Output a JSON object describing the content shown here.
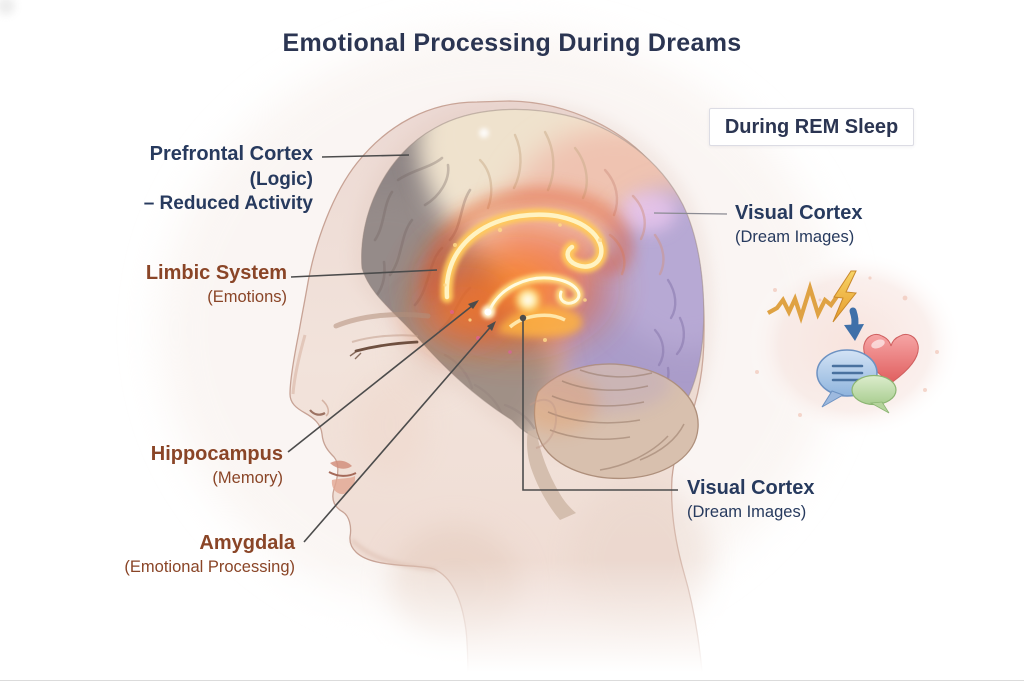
{
  "title": "Emotional Processing During Dreams",
  "badge": {
    "label": "During REM Sleep"
  },
  "annotations": {
    "prefrontal_cortex": {
      "name": "Prefrontal Cortex",
      "sub": "(Logic)",
      "note": "– Reduced Activity"
    },
    "limbic_system": {
      "name": "Limbic System",
      "sub": "(Emotions)"
    },
    "hippocampus": {
      "name": "Hippocampus",
      "sub": "(Memory)"
    },
    "amygdala": {
      "name": "Amygdala",
      "sub": "(Emotional Processing)"
    },
    "visual_cortex_upper": {
      "name": "Visual Cortex",
      "sub": "(Dream Images)"
    },
    "visual_cortex_lower": {
      "name": "Visual Cortex",
      "sub": "(Dream Images)"
    }
  },
  "icons": {
    "cluster": [
      "neural-spike-icon",
      "lightning-icon",
      "down-arrow-icon",
      "speech-bubble-icon",
      "speech-bubble-small-icon",
      "heart-icon"
    ]
  },
  "colors": {
    "title_text": "#2b3552",
    "label_navy": "#273a5e",
    "label_brown": "#8a4527",
    "limbic_glow_orange": "#ff8c1f",
    "visual_cortex_purple": "#ab9dca",
    "prefrontal_gray": "#8e8585",
    "badge_border": "#dcdce4",
    "background": "#ffffff"
  }
}
